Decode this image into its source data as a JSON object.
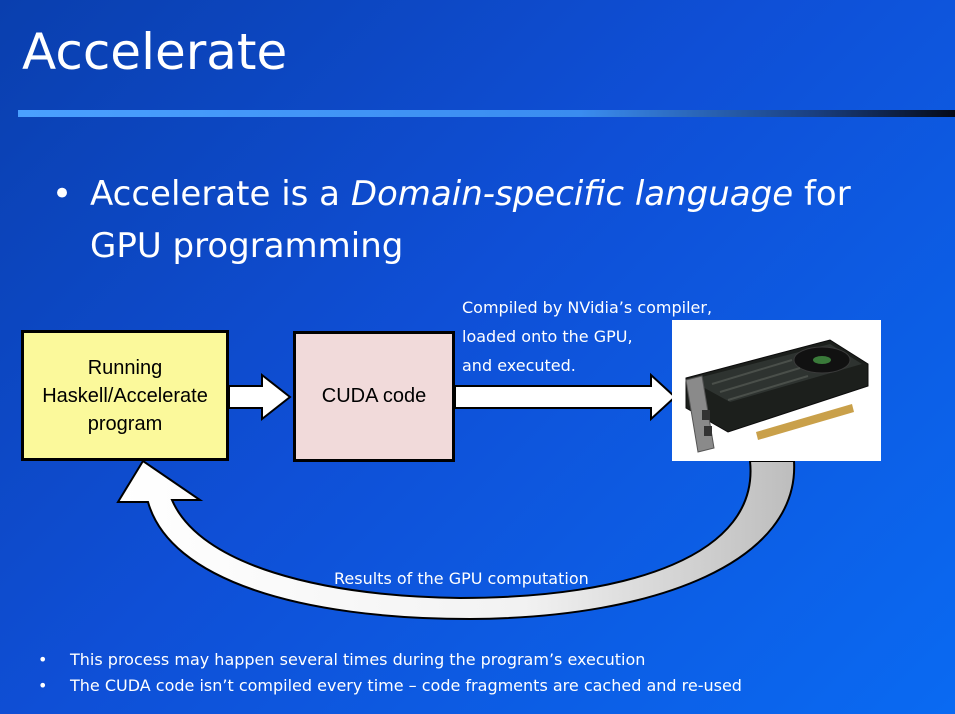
{
  "slide": {
    "title": "Accelerate",
    "bullet": {
      "prefix": "Accelerate is a ",
      "emphasis": "Domain-specific language",
      "suffix": " for GPU programming"
    }
  },
  "diagram": {
    "haskell_box": {
      "line1": "Running",
      "line2": "Haskell/Accelerate",
      "line3": "program"
    },
    "cuda_box": "CUDA code",
    "compile_note": {
      "line1": "Compiled by NVidia’s compiler,",
      "line2": "loaded onto the GPU,",
      "line3": "and executed."
    },
    "results_label": "Results of the GPU computation",
    "colors": {
      "haskell_fill": "#fbf99b",
      "cuda_fill": "#f1dada"
    }
  },
  "notes": [
    "This process may happen several times during the program’s execution",
    "The CUDA code isn’t compiled every time – code fragments are cached and re-used"
  ],
  "bullet_glyph": "•"
}
